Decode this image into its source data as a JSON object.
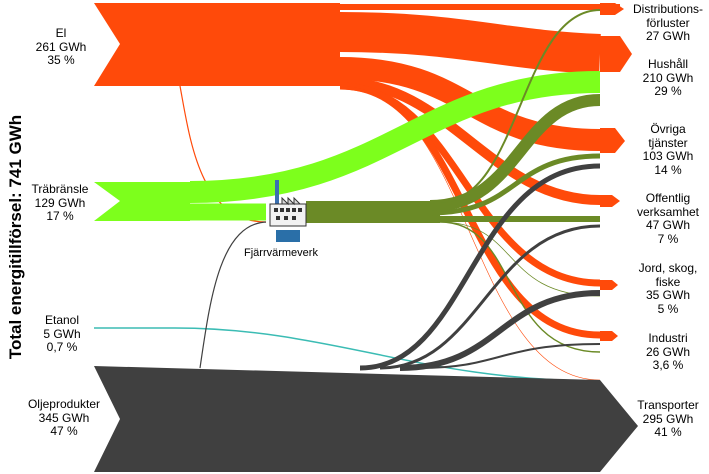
{
  "total_label": "Total energitillförsel: 741 GWh",
  "colors": {
    "el": "#ff4a0a",
    "trabransle": "#7dff1c",
    "fjarrvarme": "#6b8a26",
    "etanol": "#3bbcb4",
    "olja": "#404040"
  },
  "sources": [
    {
      "name": "El",
      "value": "261 GWh",
      "share": "35 %"
    },
    {
      "name": "Träbränsle",
      "value": "129 GWh",
      "share": "17 %"
    },
    {
      "name": "Etanol",
      "value": "5 GWh",
      "share": "0,7 %"
    },
    {
      "name": "Oljeprodukter",
      "value": "345 GWh",
      "share": "47 %"
    }
  ],
  "plant": {
    "name": "Fjärrvärmeverk",
    "icon": "factory-icon"
  },
  "sinks": [
    {
      "lines": [
        "Distributions-",
        "förluster"
      ],
      "value": "27 GWh",
      "share": ""
    },
    {
      "lines": [
        "Hushåll"
      ],
      "value": "210 GWh",
      "share": "29 %"
    },
    {
      "lines": [
        "Övriga",
        "tjänster"
      ],
      "value": "103 GWh",
      "share": "14 %"
    },
    {
      "lines": [
        "Offentlig",
        "verksamhet"
      ],
      "value": "47 GWh",
      "share": "7 %"
    },
    {
      "lines": [
        "Jord, skog,",
        "fiske"
      ],
      "value": "35 GWh",
      "share": "5 %"
    },
    {
      "lines": [
        "Industri"
      ],
      "value": "26 GWh",
      "share": "3,6 %"
    },
    {
      "lines": [
        "Transporter"
      ],
      "value": "295 GWh",
      "share": "41 %"
    }
  ]
}
